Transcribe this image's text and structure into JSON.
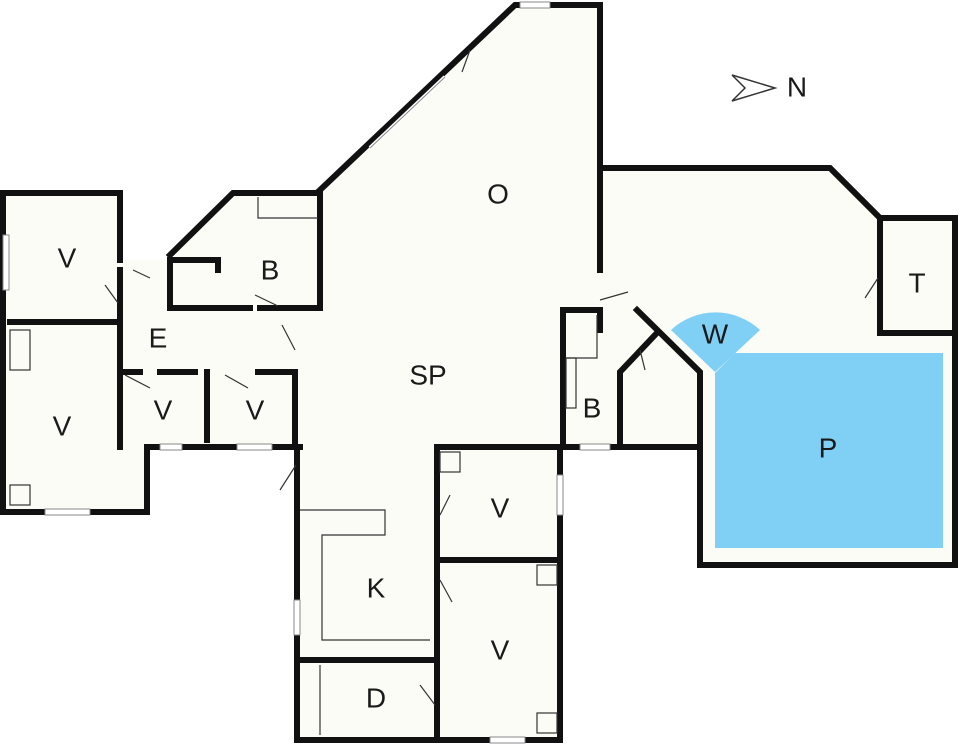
{
  "compass": {
    "label": "N",
    "icon": "north-arrow-icon"
  },
  "colors": {
    "wall": "#111111",
    "floor": "#fcfcf6",
    "pool": "#80d0f5"
  },
  "rooms": {
    "o": "O",
    "sp": "SP",
    "e": "E",
    "k": "K",
    "d": "D",
    "t": "T",
    "p": "P",
    "w": "W",
    "v1": "V",
    "v2": "V",
    "v3": "V",
    "v4": "V",
    "v5": "V",
    "v6": "V",
    "b1": "B",
    "b2": "B"
  }
}
